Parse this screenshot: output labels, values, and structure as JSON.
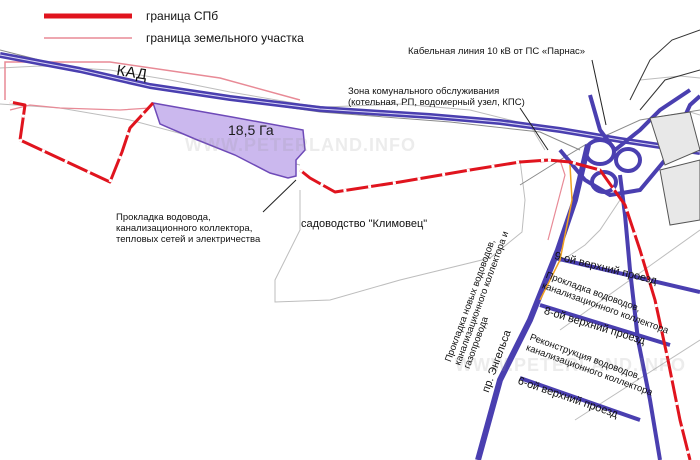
{
  "legend": {
    "spb_border": "граница СПб",
    "plot_border": "граница земельного участка"
  },
  "labels": {
    "kad": "КАД",
    "area": "18,5 Га",
    "cable_line": "Кабельная линия 10 кВ от ПС «Парнас»",
    "communal_zone": "Зона комунального обслуживания\n(котельная, РП, водомерный узел, КПС)",
    "pipes_main": "Прокладка водовода,\nканализационного коллектора,\nтепловых сетей и электричества",
    "garden": "садоводство \"Климовец\"",
    "new_pipes": "Прокладка новых водоводов,\nканализационного коллектора и\nгазопровода",
    "engels": "пр. Энгельса",
    "road9": "9-ой верхний проезд",
    "road8": "8-ой верхний проезд",
    "road6": "6-ой верхний проезд",
    "pipes_9_8": "Прокладка водоводов,\nканализационного коллектора",
    "reconstruct": "Реконструкция водоводов,\nканализационного коллектора"
  },
  "watermark": "WWW.PETERLAND.INFO",
  "colors": {
    "spb_border": "#e0141e",
    "plot_border": "#e88a96",
    "road": "#4a3fb0",
    "plot_fill": "#cbb8ee"
  }
}
